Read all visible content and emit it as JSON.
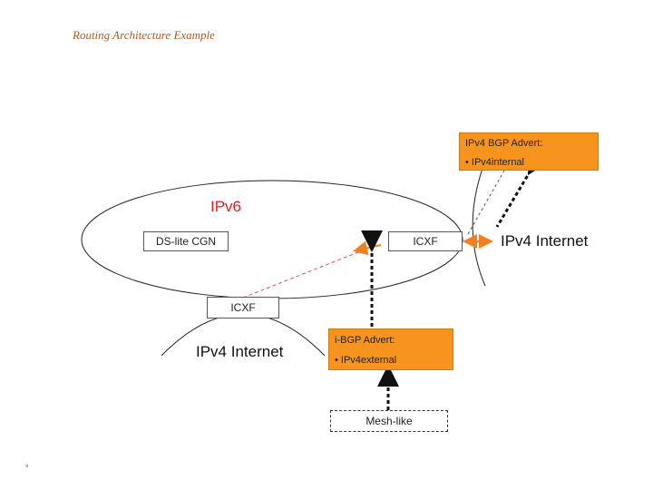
{
  "title": "Routing Architecture Example",
  "labels": {
    "ipv6": "IPv6",
    "dslite": "DS-lite CGN",
    "icxf_top": "ICXF",
    "icxf_bottom": "ICXF",
    "ipv4_internet_right": "IPv4 Internet",
    "ipv4_internet_left": "IPv4 Internet",
    "mesh": "Mesh-like"
  },
  "bgp_advert": {
    "heading": "IPv4 BGP Advert:",
    "item": "• IPv4internal"
  },
  "ibgp_advert": {
    "heading": "i-BGP Advert:",
    "item": "• IPv4external"
  },
  "page_number": "⁹",
  "colors": {
    "advert_fill": "#f7941d",
    "ipv6_text": "#e02020",
    "title_text": "#b05a1e",
    "arrow_orange": "#f08020",
    "dash_red": "#e05050"
  }
}
